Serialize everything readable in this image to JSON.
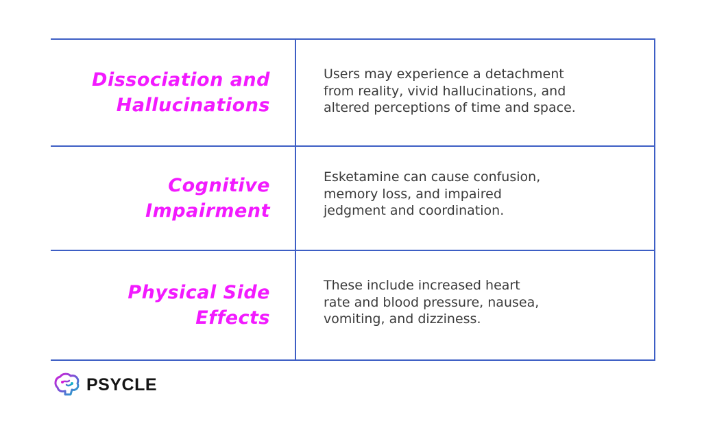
{
  "rows": [
    {
      "label": "Dissociation and\nHallucinations",
      "description": "Users may experience a detachment\nfrom reality, vivid hallucinations, and\naltered perceptions of time and space."
    },
    {
      "label": "Cognitive\nImpairment",
      "description": "Esketamine can cause confusion,\nmemory loss, and impaired\njedgment and coordination."
    },
    {
      "label": "Physical Side\nEffects",
      "description": "These include increased heart\nrate and blood pressure, nausea,\nvomiting, and dizziness."
    }
  ],
  "brand": {
    "name": "PSYCLE",
    "icon": "brain-head-logo-icon"
  },
  "colors": {
    "accent": "#f21aff",
    "border": "#3d5ec4",
    "text": "#3a3a3a"
  }
}
